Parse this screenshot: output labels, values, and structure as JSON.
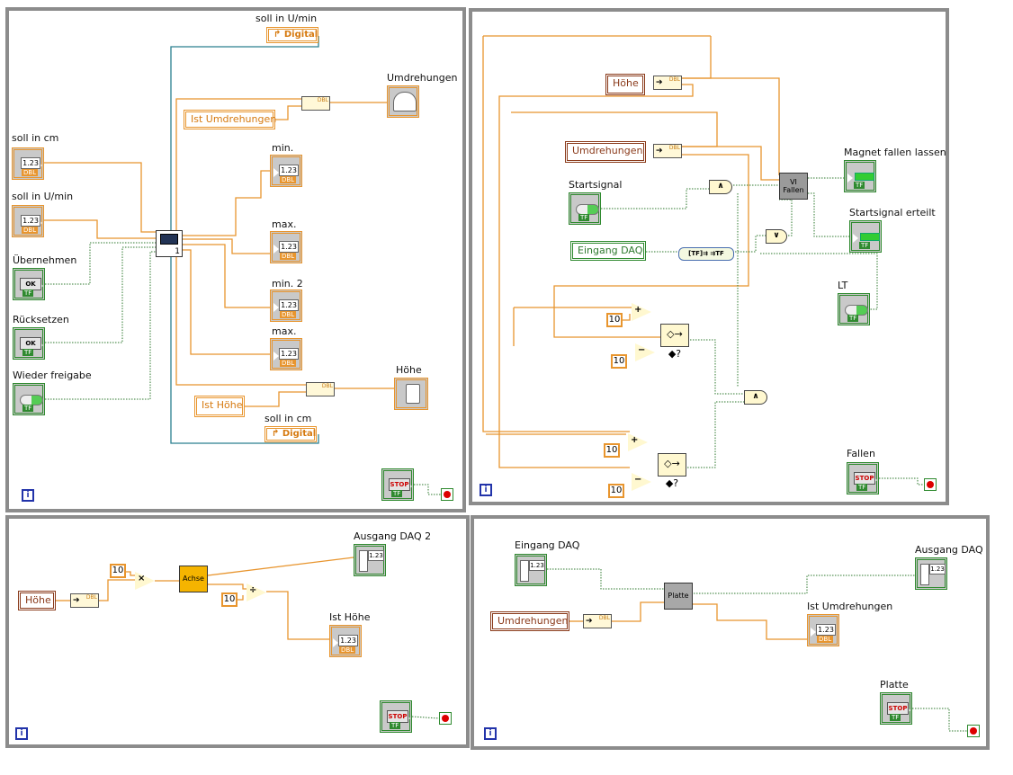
{
  "glyphs": {
    "num": "1.23",
    "dbl": "DBL",
    "tf": "TF",
    "ok": "OK",
    "stop": "STOP",
    "iter": "i",
    "digital": "Digital",
    "and": "∧",
    "or": "∨",
    "plus": "+",
    "minus": "−",
    "times": "×",
    "divide": "÷",
    "select": "◇→ ◆?",
    "ten": "10",
    "arrow": "➔",
    "bool_to_num": "[TF]⇉ ⇉TF"
  },
  "colors": {
    "numeric_wire": "#e8952e",
    "boolean_wire": "#2f7a2f",
    "digital_wire": "#2a7f8f",
    "loop_border": "#8c8c8c"
  },
  "panel1": {
    "soll_umin_top": "soll in U/min",
    "umdrehungen": "Umdrehungen",
    "ist_umdrehungen": "Ist Umdrehungen",
    "min": "min.",
    "max": "max.",
    "min2": "min.  2",
    "max2": "max.",
    "hoehe": "Höhe",
    "ist_hoehe": "Ist Höhe",
    "soll_cm_bottom": "soll in cm",
    "soll_cm": "soll in cm",
    "soll_umin": "soll in U/min",
    "uebernehmen": "Übernehmen",
    "ruecksetzen": "Rücksetzen",
    "wieder_freigabe": "Wieder freigabe",
    "subvi_count": "1"
  },
  "panel2": {
    "hoehe": "Höhe",
    "umdrehungen": "Umdrehungen",
    "vi_fallen": "VI Fallen",
    "magnet": "Magnet fallen lassen",
    "startsignal_erteilt": "Startsignal erteilt",
    "startsignal": "Startsignal",
    "eingang_daq": "Eingang DAQ",
    "lt": "LT",
    "fallen": "Fallen"
  },
  "panel3": {
    "hoehe": "Höhe",
    "achse": "Achse",
    "ausgang_daq2": "Ausgang DAQ 2",
    "ist_hoehe": "Ist Höhe"
  },
  "panel4": {
    "eingang_daq": "Eingang DAQ",
    "umdrehungen": "Umdrehungen",
    "platte_vi": "Platte",
    "ausgang_daq": "Ausgang DAQ",
    "ist_umdrehungen": "Ist Umdrehungen",
    "platte": "Platte"
  }
}
